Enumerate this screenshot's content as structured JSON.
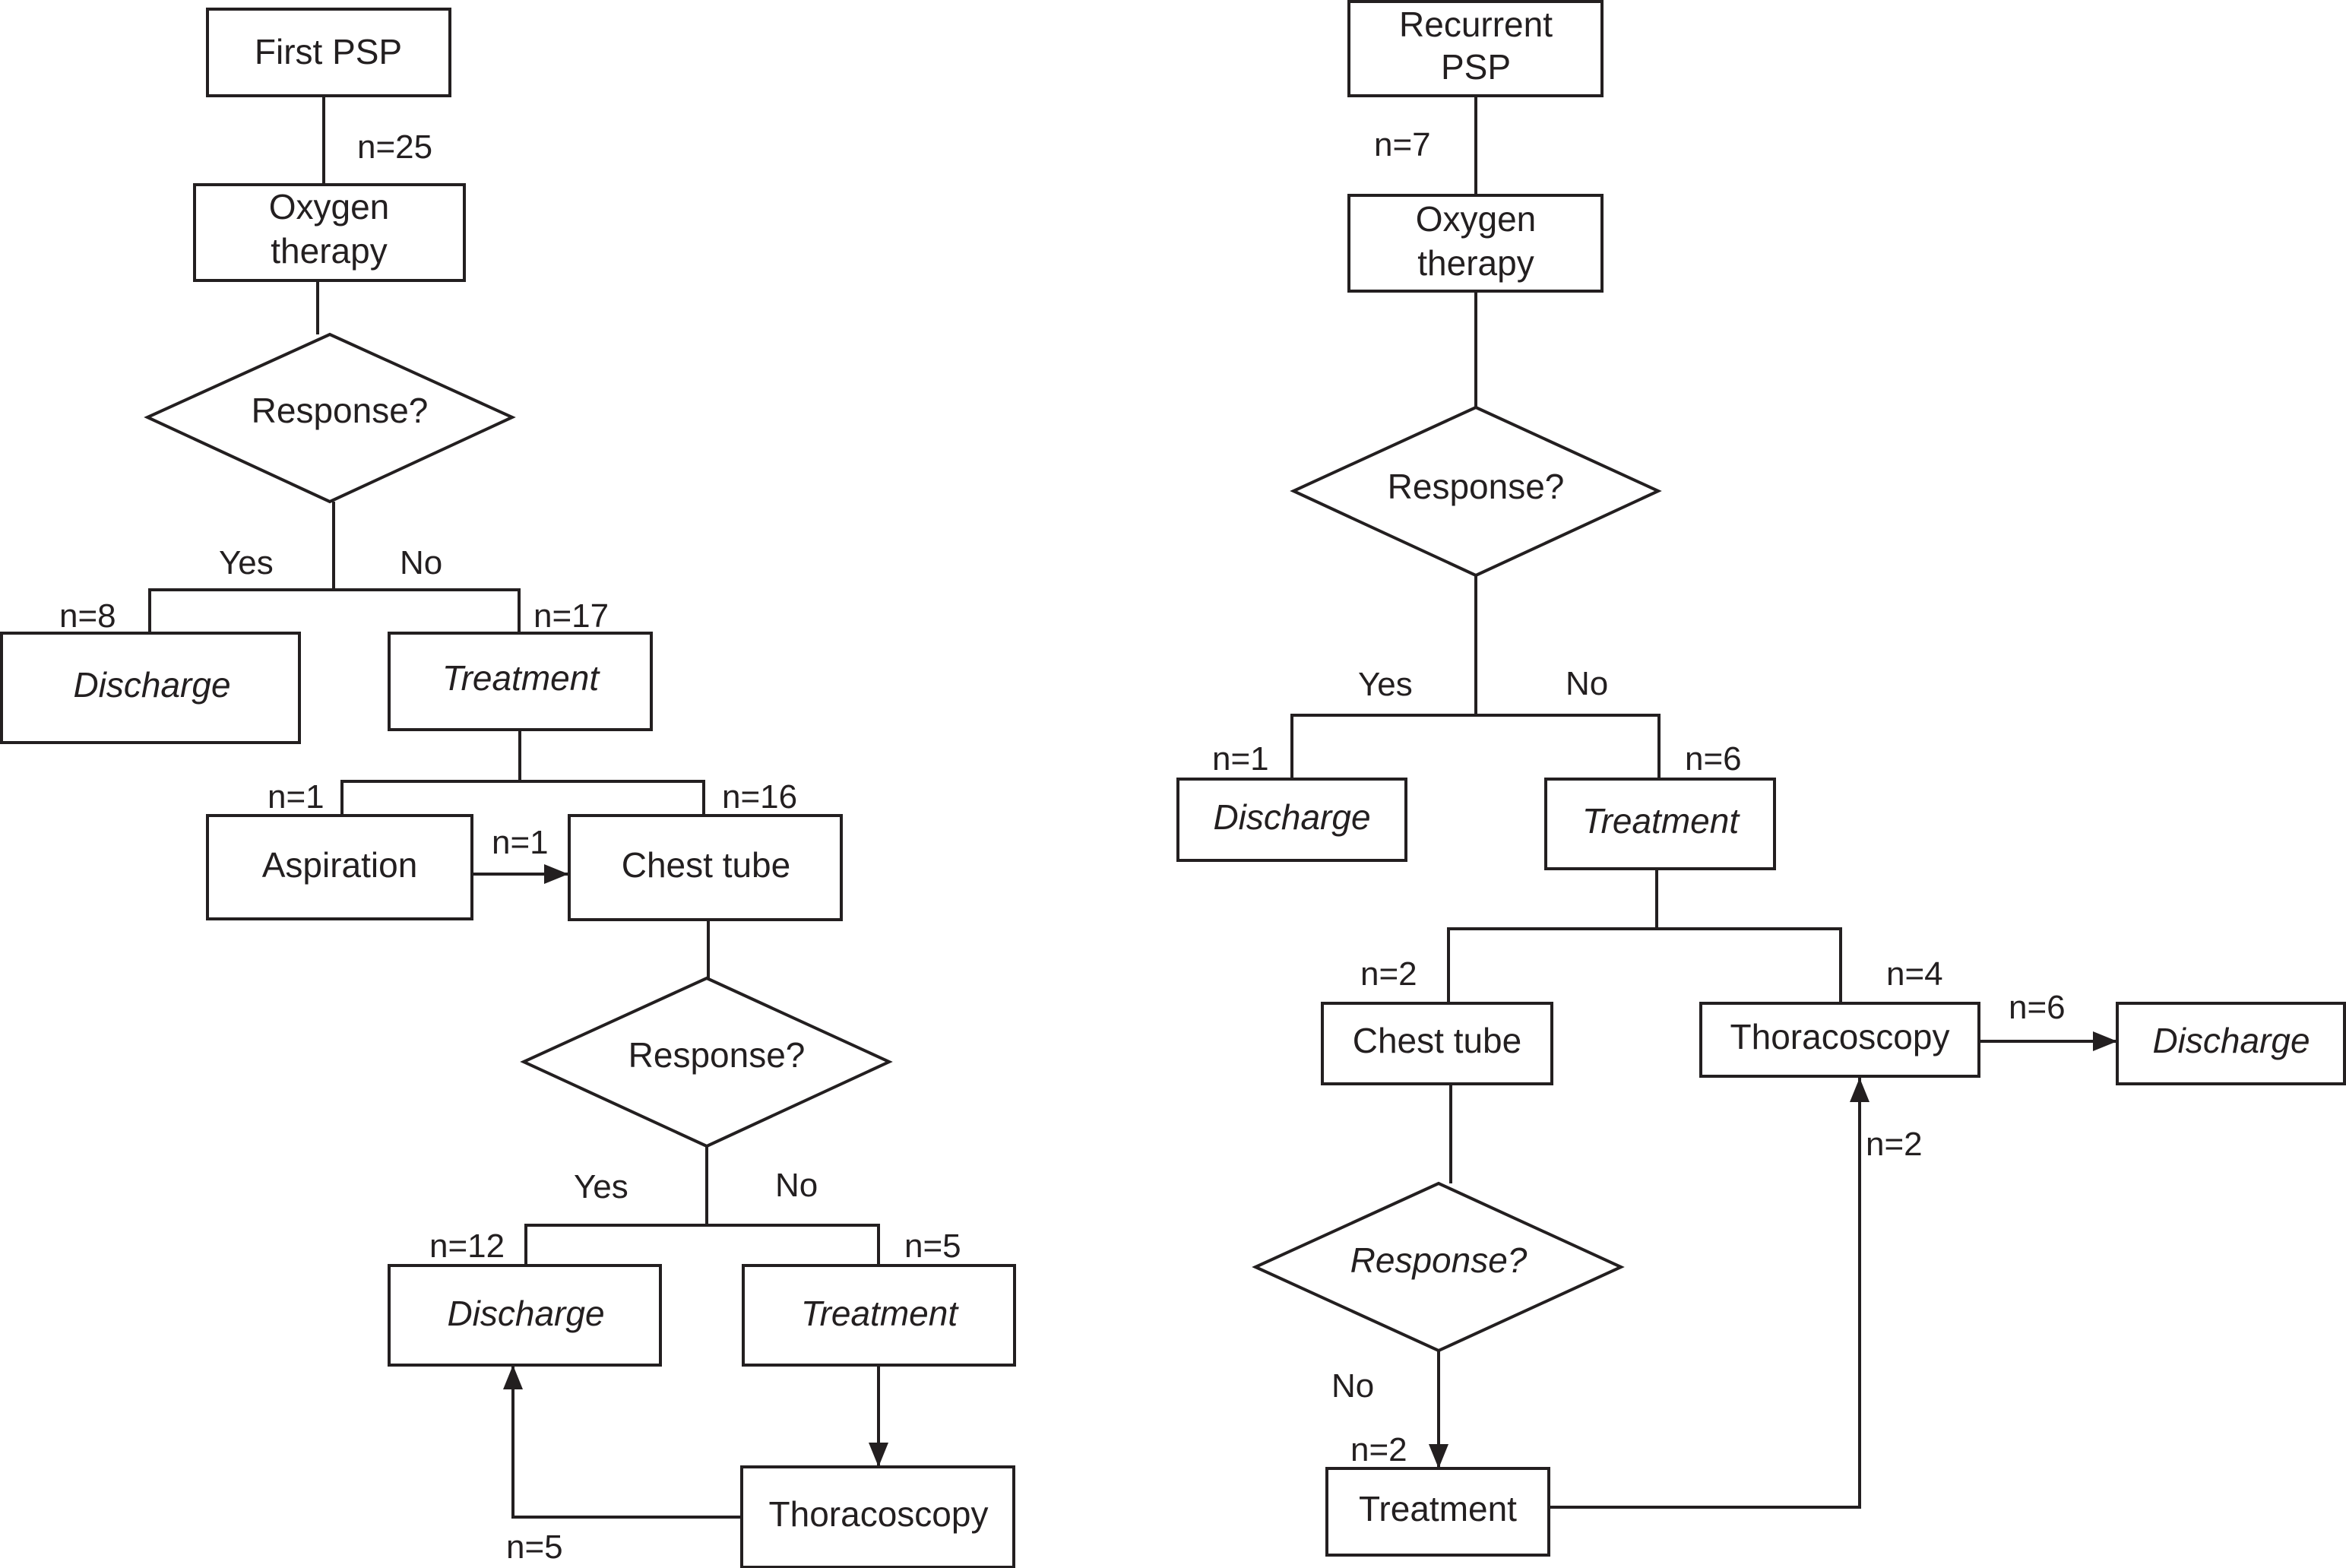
{
  "colors": {
    "ink": "#231f20",
    "background": "#ffffff"
  },
  "left": {
    "start": "First PSP",
    "n_start": "n=25",
    "oxygen": [
      "Oxygen",
      "therapy"
    ],
    "response1": "Response?",
    "yes1": "Yes",
    "no1": "No",
    "n_discharge1": "n=8",
    "n_treatment1": "n=17",
    "discharge1": "Discharge",
    "treatment1": "Treatment",
    "n_aspiration": "n=1",
    "n_chest_tube": "n=16",
    "aspiration": "Aspiration",
    "n_aspiration_to_chest": "n=1",
    "chest_tube": "Chest tube",
    "response2": "Response?",
    "yes2": "Yes",
    "no2": "No",
    "n_discharge2": "n=12",
    "n_treatment2": "n=5",
    "discharge2": "Discharge",
    "treatment2": "Treatment",
    "thoracoscopy": "Thoracoscopy",
    "n_thoraco_discharge": "n=5"
  },
  "right": {
    "start": [
      "Recurrent",
      "PSP"
    ],
    "n_start": "n=7",
    "oxygen": [
      "Oxygen",
      "therapy"
    ],
    "response1": "Response?",
    "yes1": "Yes",
    "no1": "No",
    "n_discharge1": "n=1",
    "n_treatment1": "n=6",
    "discharge1": "Discharge",
    "treatment1": "Treatment",
    "n_chest_tube": "n=2",
    "n_thoracoscopy": "n=4",
    "chest_tube": "Chest tube",
    "thoracoscopy": "Thoracoscopy",
    "n_thoraco_discharge": "n=6",
    "discharge2": "Discharge",
    "n_treatment_thoraco": "n=2",
    "response2": "Response?",
    "no2": "No",
    "n_treatment2": "n=2",
    "treatment2": "Treatment"
  }
}
